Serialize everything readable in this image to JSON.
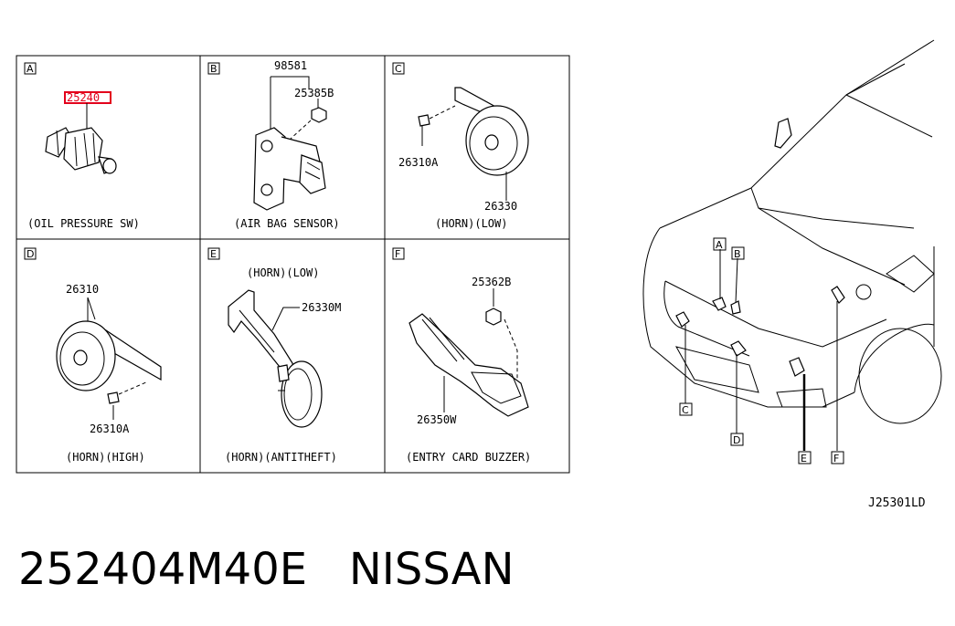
{
  "panels": [
    {
      "letter": "A",
      "caption": "(OIL PRESSURE SW)",
      "parts": [
        "25240"
      ]
    },
    {
      "letter": "B",
      "caption": "(AIR BAG SENSOR)",
      "parts": [
        "98581",
        "25385B"
      ]
    },
    {
      "letter": "C",
      "caption": "(HORN)(LOW)",
      "parts": [
        "26310A",
        "26330"
      ]
    },
    {
      "letter": "D",
      "caption": "(HORN)(HIGH)",
      "parts": [
        "26310",
        "26310A"
      ]
    },
    {
      "letter": "E",
      "caption": "(HORN)(ANTITHEFT)",
      "header": "(HORN)(LOW)",
      "parts": [
        "26330M"
      ]
    },
    {
      "letter": "F",
      "caption": "(ENTRY CARD BUZZER)",
      "parts": [
        "25362B",
        "26350W"
      ]
    }
  ],
  "car_callouts": [
    "A",
    "B",
    "C",
    "D",
    "E",
    "F"
  ],
  "highlight_color": "#e3001b",
  "reference_code": "J25301LD",
  "footer": {
    "part_number": "252404M40E",
    "brand": "NISSAN"
  }
}
